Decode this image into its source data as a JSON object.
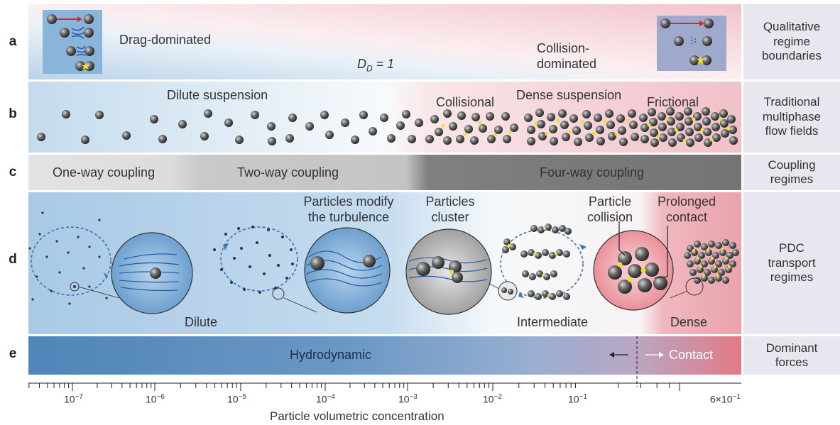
{
  "rows": {
    "a": {
      "letter": "a",
      "right_label": "Qualitative\nregime\nboundaries",
      "left_label": "Drag-dominated",
      "right_text": "Collision-\ndominated",
      "boundary_label": "D",
      "boundary_sub": "D",
      "boundary_eq": " = 1"
    },
    "b": {
      "letter": "b",
      "right_label": "Traditional\nmultiphase\nflow fields",
      "labels": [
        "Dilute suspension",
        "Collisional",
        "Dense suspension",
        "Frictional"
      ]
    },
    "c": {
      "letter": "c",
      "right_label": "Coupling\nregimes",
      "labels": [
        "One-way coupling",
        "Two-way coupling",
        "Four-way coupling"
      ]
    },
    "d": {
      "letter": "d",
      "right_label": "PDC\ntransport\nregimes",
      "labels": {
        "modify": "Particles modify\nthe turbulence",
        "cluster": "Particles\ncluster",
        "collision": "Particle\ncollision",
        "prolonged": "Prolonged\ncontact",
        "dilute": "Dilute",
        "intermediate": "Intermediate",
        "dense": "Dense"
      }
    },
    "e": {
      "letter": "e",
      "right_label": "Dominant\nforces",
      "hydro": "Hydrodynamic",
      "contact": "Contact"
    }
  },
  "axis": {
    "title": "Particle volumetric concentration",
    "ticks": [
      {
        "base": "10",
        "exp": "−7"
      },
      {
        "base": "10",
        "exp": "−6"
      },
      {
        "base": "10",
        "exp": "−5"
      },
      {
        "base": "10",
        "exp": "−4"
      },
      {
        "base": "10",
        "exp": "−3"
      },
      {
        "base": "10",
        "exp": "−2"
      },
      {
        "base": "10",
        "exp": "−1"
      },
      {
        "base": "6×10",
        "exp": "−1"
      }
    ]
  },
  "colors": {
    "blue": "#b9d3e8",
    "pink": "#f4c9cf",
    "right_bg": "#e8e6ee",
    "dark_grey": "#7a7a7a",
    "light_grey": "#d9d9d9",
    "hydro_blue": "#5b8bbd",
    "contact_red": "#e07b86",
    "collision_yellow": "#f2e02a"
  }
}
